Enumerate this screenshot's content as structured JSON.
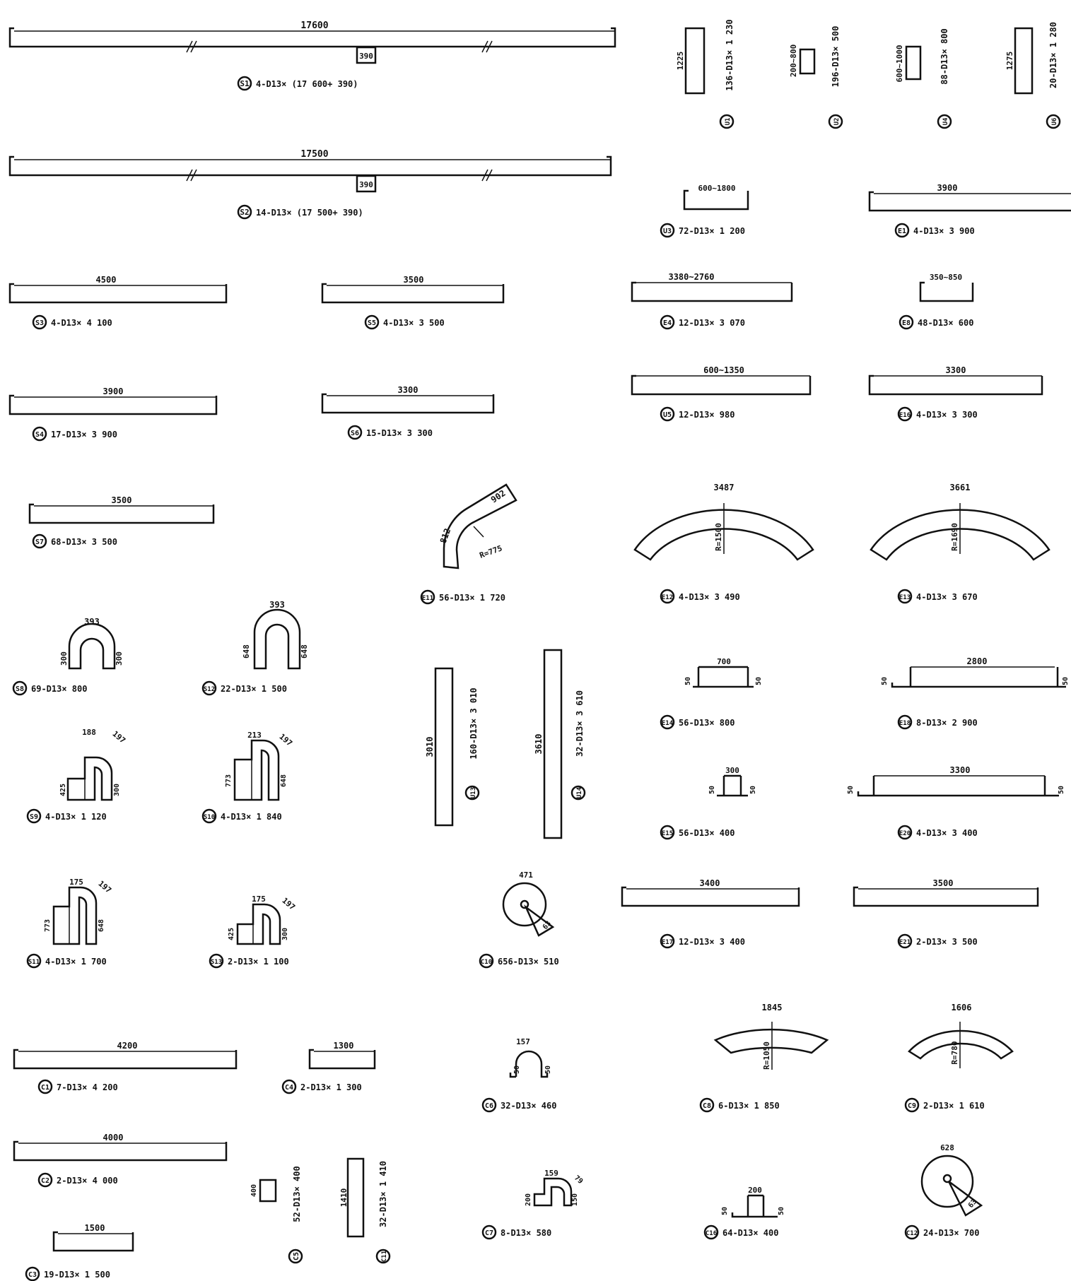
{
  "bars": {
    "S1": {
      "id": "S1",
      "dim": "17600",
      "lap": "390",
      "spec": "4-D13× (17 600+ 390)"
    },
    "S2": {
      "id": "S2",
      "dim": "17500",
      "lap": "390",
      "spec": "14-D13× (17 500+ 390)"
    },
    "S3": {
      "id": "S3",
      "dim": "4500",
      "spec": "4-D13× 4 100"
    },
    "S5": {
      "id": "S5",
      "dim": "3500",
      "spec": "4-D13× 3 500"
    },
    "S4": {
      "id": "S4",
      "dim": "3900",
      "spec": "17-D13× 3 900"
    },
    "S6": {
      "id": "S6",
      "dim": "3300",
      "spec": "15-D13× 3 300"
    },
    "S7": {
      "id": "S7",
      "dim": "3500",
      "spec": "68-D13× 3 500"
    },
    "S8": {
      "id": "S8",
      "w": "393",
      "h1": "300",
      "h2": "300",
      "spec": "69-D13×   800"
    },
    "S12": {
      "id": "S12",
      "w": "393",
      "h1": "648",
      "h2": "648",
      "spec": "22-D13× 1 500"
    },
    "S9": {
      "id": "S9",
      "w": "188",
      "r": "197",
      "h1": "425",
      "h2": "300",
      "spec": "4-D13× 1 120"
    },
    "S10": {
      "id": "S10",
      "w": "213",
      "r": "197",
      "h1": "773",
      "h2": "648",
      "spec": "4-D13× 1 840"
    },
    "S11": {
      "id": "S11",
      "w": "175",
      "r": "197",
      "h1": "773",
      "h2": "648",
      "spec": "4-D13× 1 700"
    },
    "S13": {
      "id": "S13",
      "w": "175",
      "r": "197",
      "h1": "425",
      "h2": "300",
      "spec": "2-D13× 1 100"
    },
    "U1": {
      "id": "U1",
      "dim": "1225",
      "spec": "136-D13× 1 230"
    },
    "U2": {
      "id": "U2",
      "dim": "200~800",
      "spec": "196-D13×   500"
    },
    "U4": {
      "id": "U4",
      "dim": "600~1000",
      "spec": "88-D13×   800"
    },
    "U6": {
      "id": "U6",
      "dim": "1275",
      "spec": "20-D13× 1 280"
    },
    "U3": {
      "id": "U3",
      "dim": "600~1800",
      "spec": "72-D13× 1 200"
    },
    "U5": {
      "id": "U5",
      "dim": "600~1350",
      "spec": "12-D13× 980"
    },
    "U13": {
      "id": "U13",
      "dim": "3010",
      "spec": "160-D13× 3 010"
    },
    "U14": {
      "id": "U14",
      "dim": "3610",
      "spec": "32-D13× 3 610"
    },
    "E1": {
      "id": "E1",
      "dim": "3900",
      "spec": "4-D13× 3 900"
    },
    "E4": {
      "id": "E4",
      "dim": "3380~2760",
      "spec": "12-D13× 3 070"
    },
    "E8": {
      "id": "E8",
      "dim": "350~850",
      "spec": "48-D13×   600"
    },
    "E16": {
      "id": "E16",
      "dim": "3300",
      "spec": "4-D13× 3 300"
    },
    "E11": {
      "id": "E11",
      "a": "902",
      "b": "812",
      "r": "R=775",
      "spec": "56-D13× 1 720"
    },
    "E12": {
      "id": "E12",
      "dim": "3487",
      "r": "R=1500",
      "spec": "4-D13× 3 490"
    },
    "E13": {
      "id": "E13",
      "dim": "3661",
      "r": "R=1690",
      "spec": "4-D13× 3 670"
    },
    "E14": {
      "id": "E14",
      "dim": "700",
      "hook": "50",
      "spec": "56-D13× 800"
    },
    "E18": {
      "id": "E18",
      "dim": "2800",
      "hook": "50",
      "spec": "8-D13× 2 900"
    },
    "E15": {
      "id": "E15",
      "dim": "300",
      "hook": "50",
      "spec": "56-D13×   400"
    },
    "E20": {
      "id": "E20",
      "dim": "3300",
      "hook": "50",
      "spec": "4-D13× 3 400"
    },
    "E17": {
      "id": "E17",
      "dim": "3400",
      "spec": "12-D13× 3 400"
    },
    "E21": {
      "id": "E21",
      "dim": "3500",
      "spec": "2-D13× 3 500"
    },
    "C10": {
      "id": "C10",
      "dia": "471",
      "ang": "63",
      "spec": "656-D13×   510"
    },
    "C1": {
      "id": "C1",
      "dim": "4200",
      "spec": "7-D13× 4 200"
    },
    "C4": {
      "id": "C4",
      "dim": "1300",
      "spec": "2-D13× 1 300"
    },
    "C2": {
      "id": "C2",
      "dim": "4000",
      "spec": "2-D13× 4 000"
    },
    "C3": {
      "id": "C3",
      "dim": "1500",
      "spec": "19-D13× 1 500"
    },
    "C5": {
      "id": "C5",
      "dim": "400",
      "spec": "52-D13×   400"
    },
    "C11": {
      "id": "C11",
      "dim": "1410",
      "spec": "32-D13× 1 410"
    },
    "C6": {
      "id": "C6",
      "dim": "157",
      "hook": "50",
      "spec": "32-D13×   460"
    },
    "C7": {
      "id": "C7",
      "w": "159",
      "r": "79",
      "h1": "200",
      "h2": "150",
      "spec": "8-D13×   580"
    },
    "C8": {
      "id": "C8",
      "dim": "1845",
      "r": "R=1050",
      "spec": "6-D13× 1 850"
    },
    "C9": {
      "id": "C9",
      "dim": "1606",
      "r": "R=780",
      "spec": "2-D13× 1 610"
    },
    "C16": {
      "id": "C16",
      "dim": "200",
      "hook": "50",
      "spec": "64-D13×   400"
    },
    "C12": {
      "id": "C12",
      "dia": "628",
      "ang": "63",
      "spec": "24-D13×   700"
    }
  }
}
